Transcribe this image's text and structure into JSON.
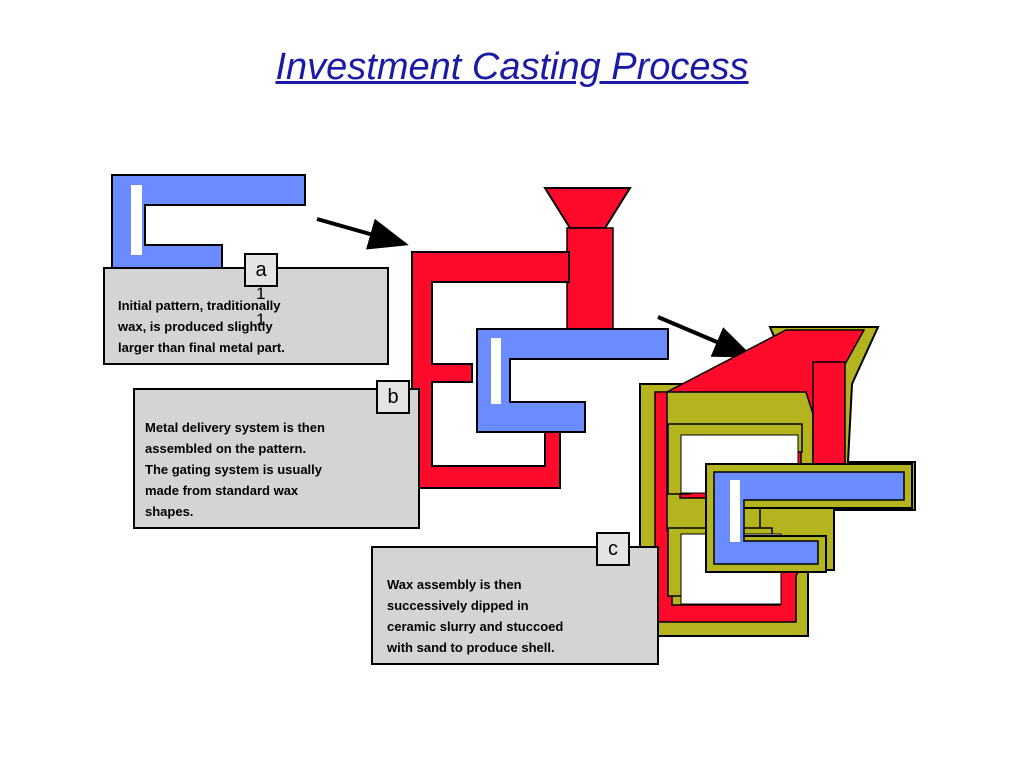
{
  "title": "Investment Casting Process",
  "steps": [
    {
      "tag": "a",
      "text": "Initial pattern, traditionally\nwax, is produced slightly\nlarger than final metal part."
    },
    {
      "tag": "b",
      "text": "Metal delivery system is then\nassembled on the pattern.\nThe gating system is usually\nmade from standard wax\nshapes."
    },
    {
      "tag": "c",
      "text": "Wax assembly is then\nsuccessively dipped in\nceramic slurry and stuccoed\nwith sand to produce shell."
    }
  ],
  "stray_marks": [
    "1",
    "1"
  ],
  "colors": {
    "wax_pattern": "#6b8cff",
    "gating_system": "#ff0a2b",
    "ceramic_shell": "#b4b41e",
    "label_box": "#d4d4d4",
    "title": "#1a1aa6"
  }
}
